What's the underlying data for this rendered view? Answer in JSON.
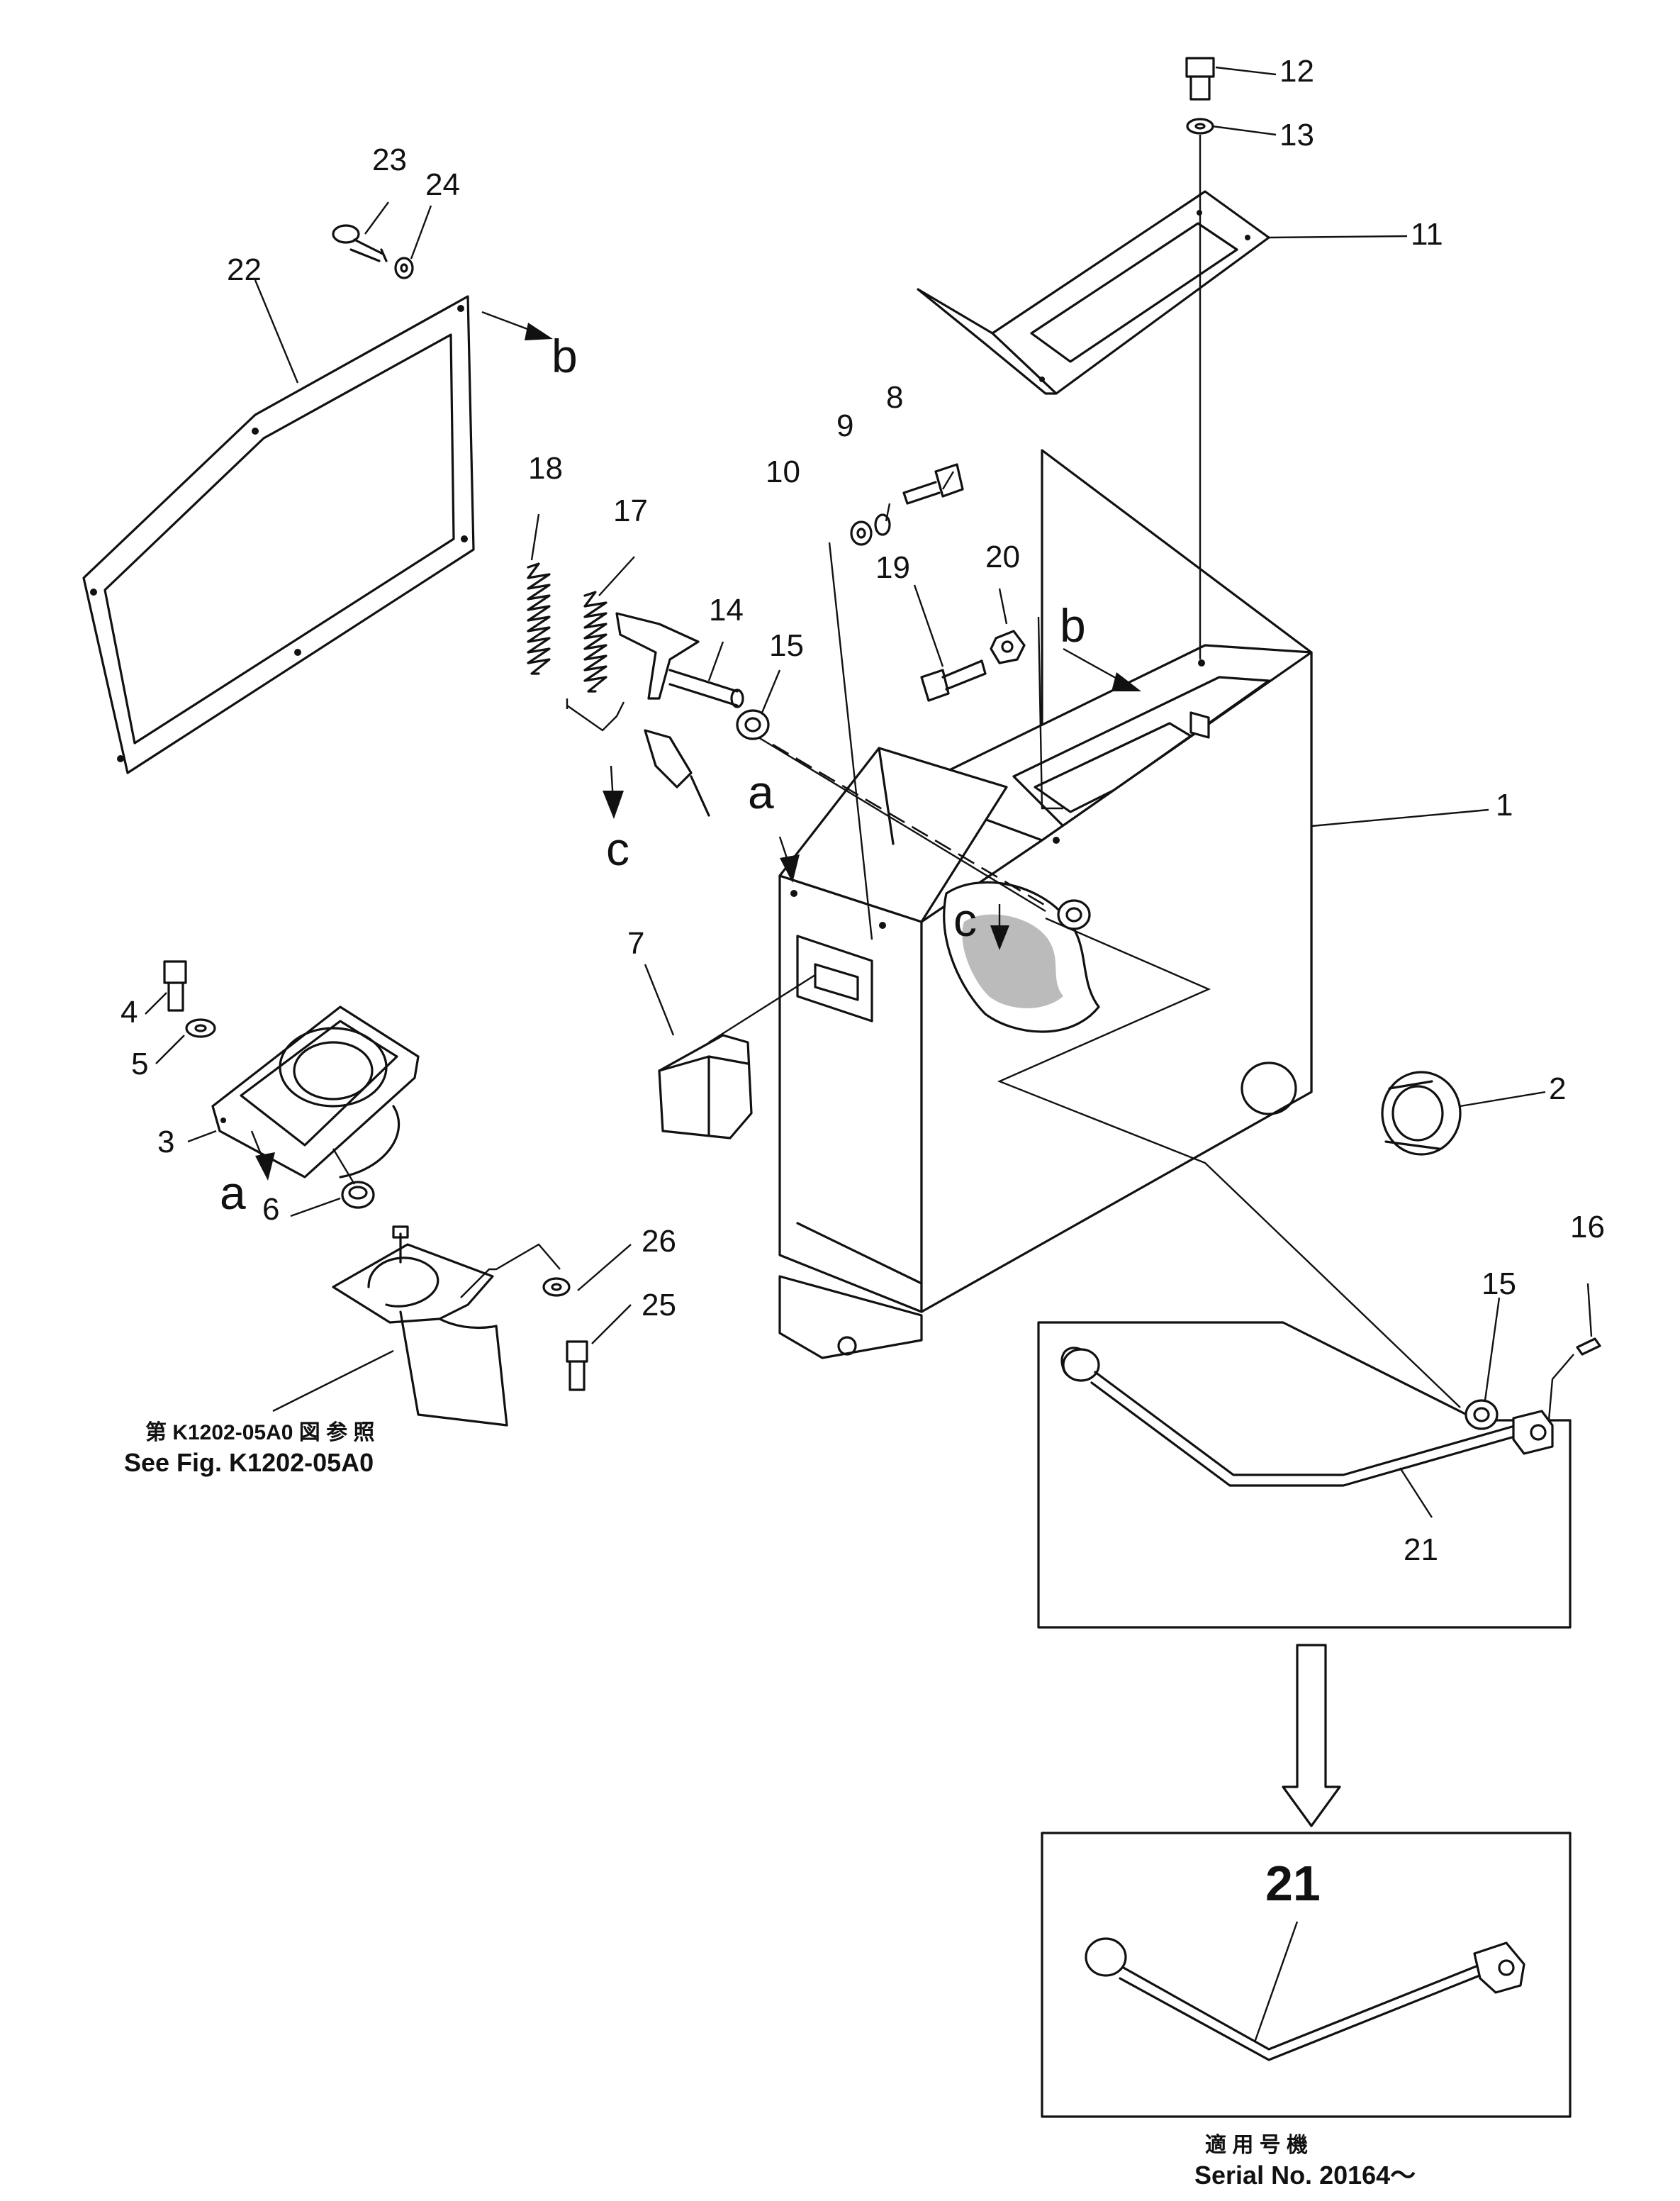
{
  "part_labels": {
    "p1": "1",
    "p2": "2",
    "p3": "3",
    "p4": "4",
    "p5": "5",
    "p6": "6",
    "p7": "7",
    "p8": "8",
    "p9": "9",
    "p10": "10",
    "p11": "11",
    "p12": "12",
    "p13": "13",
    "p14": "14",
    "p15a": "15",
    "p15b": "15",
    "p16": "16",
    "p17": "17",
    "p18": "18",
    "p19": "19",
    "p20": "20",
    "p21a": "21",
    "p21b": "21",
    "p22": "22",
    "p23": "23",
    "p24": "24",
    "p25": "25",
    "p26": "26"
  },
  "connector_letters": {
    "a1": "a",
    "a2": "a",
    "b1": "b",
    "b2": "b",
    "c1": "c",
    "c2": "c"
  },
  "notes": {
    "ref_jp": "第 K1202-05A0 図 参 照",
    "ref_en": "See Fig. K1202-05A0",
    "serial_jp": "適 用 号 機",
    "serial_en": "Serial  No.  20164～"
  }
}
